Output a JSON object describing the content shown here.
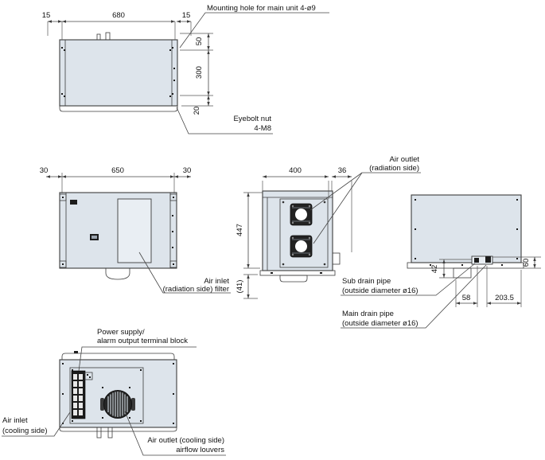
{
  "drawing_title": "cooling-unit-outline-drawing",
  "colors": {
    "bg": "#ffffff",
    "body_fill": "#dde4eb",
    "panel_fill": "#e9eef3",
    "line": "#3c3c3c",
    "dark": "#1c1c1c"
  },
  "top_view": {
    "dims": {
      "left_15": "15",
      "width_680": "680",
      "right_15": "15",
      "d50": "50",
      "d300": "300",
      "d20": "20"
    },
    "labels": {
      "mounting_hole": "Mounting hole for main unit 4-ø9",
      "eyebolt_1": "Eyebolt nut",
      "eyebolt_2": "4-M8"
    }
  },
  "rear_view": {
    "dims": {
      "left_30": "30",
      "width_650": "650",
      "right_30": "30"
    },
    "labels": {
      "air_inlet_1": "Air inlet",
      "air_inlet_2": "(radiation side) filter"
    }
  },
  "side_view": {
    "dims": {
      "width_400": "400",
      "d36": "36",
      "height_447": "447",
      "d41": "(41)"
    },
    "labels": {
      "air_outlet_1": "Air outlet",
      "air_outlet_2": "(radiation side)"
    }
  },
  "right_view": {
    "dims": {
      "d42": "42",
      "d58": "58",
      "d203_5": "203.5",
      "d60": "60"
    },
    "labels": {
      "sub_drain_1": "Sub drain pipe",
      "sub_drain_2": "(outside diameter ø16)",
      "main_drain_1": "Main drain pipe",
      "main_drain_2": "(outside diameter ø16)"
    }
  },
  "front_view": {
    "labels": {
      "power_1": "Power supply/",
      "power_2": "alarm output terminal block",
      "inlet_1": "Air inlet",
      "inlet_2": "(cooling side)",
      "outlet_1": "Air outlet (cooling side)",
      "outlet_2": "airflow louvers"
    }
  }
}
